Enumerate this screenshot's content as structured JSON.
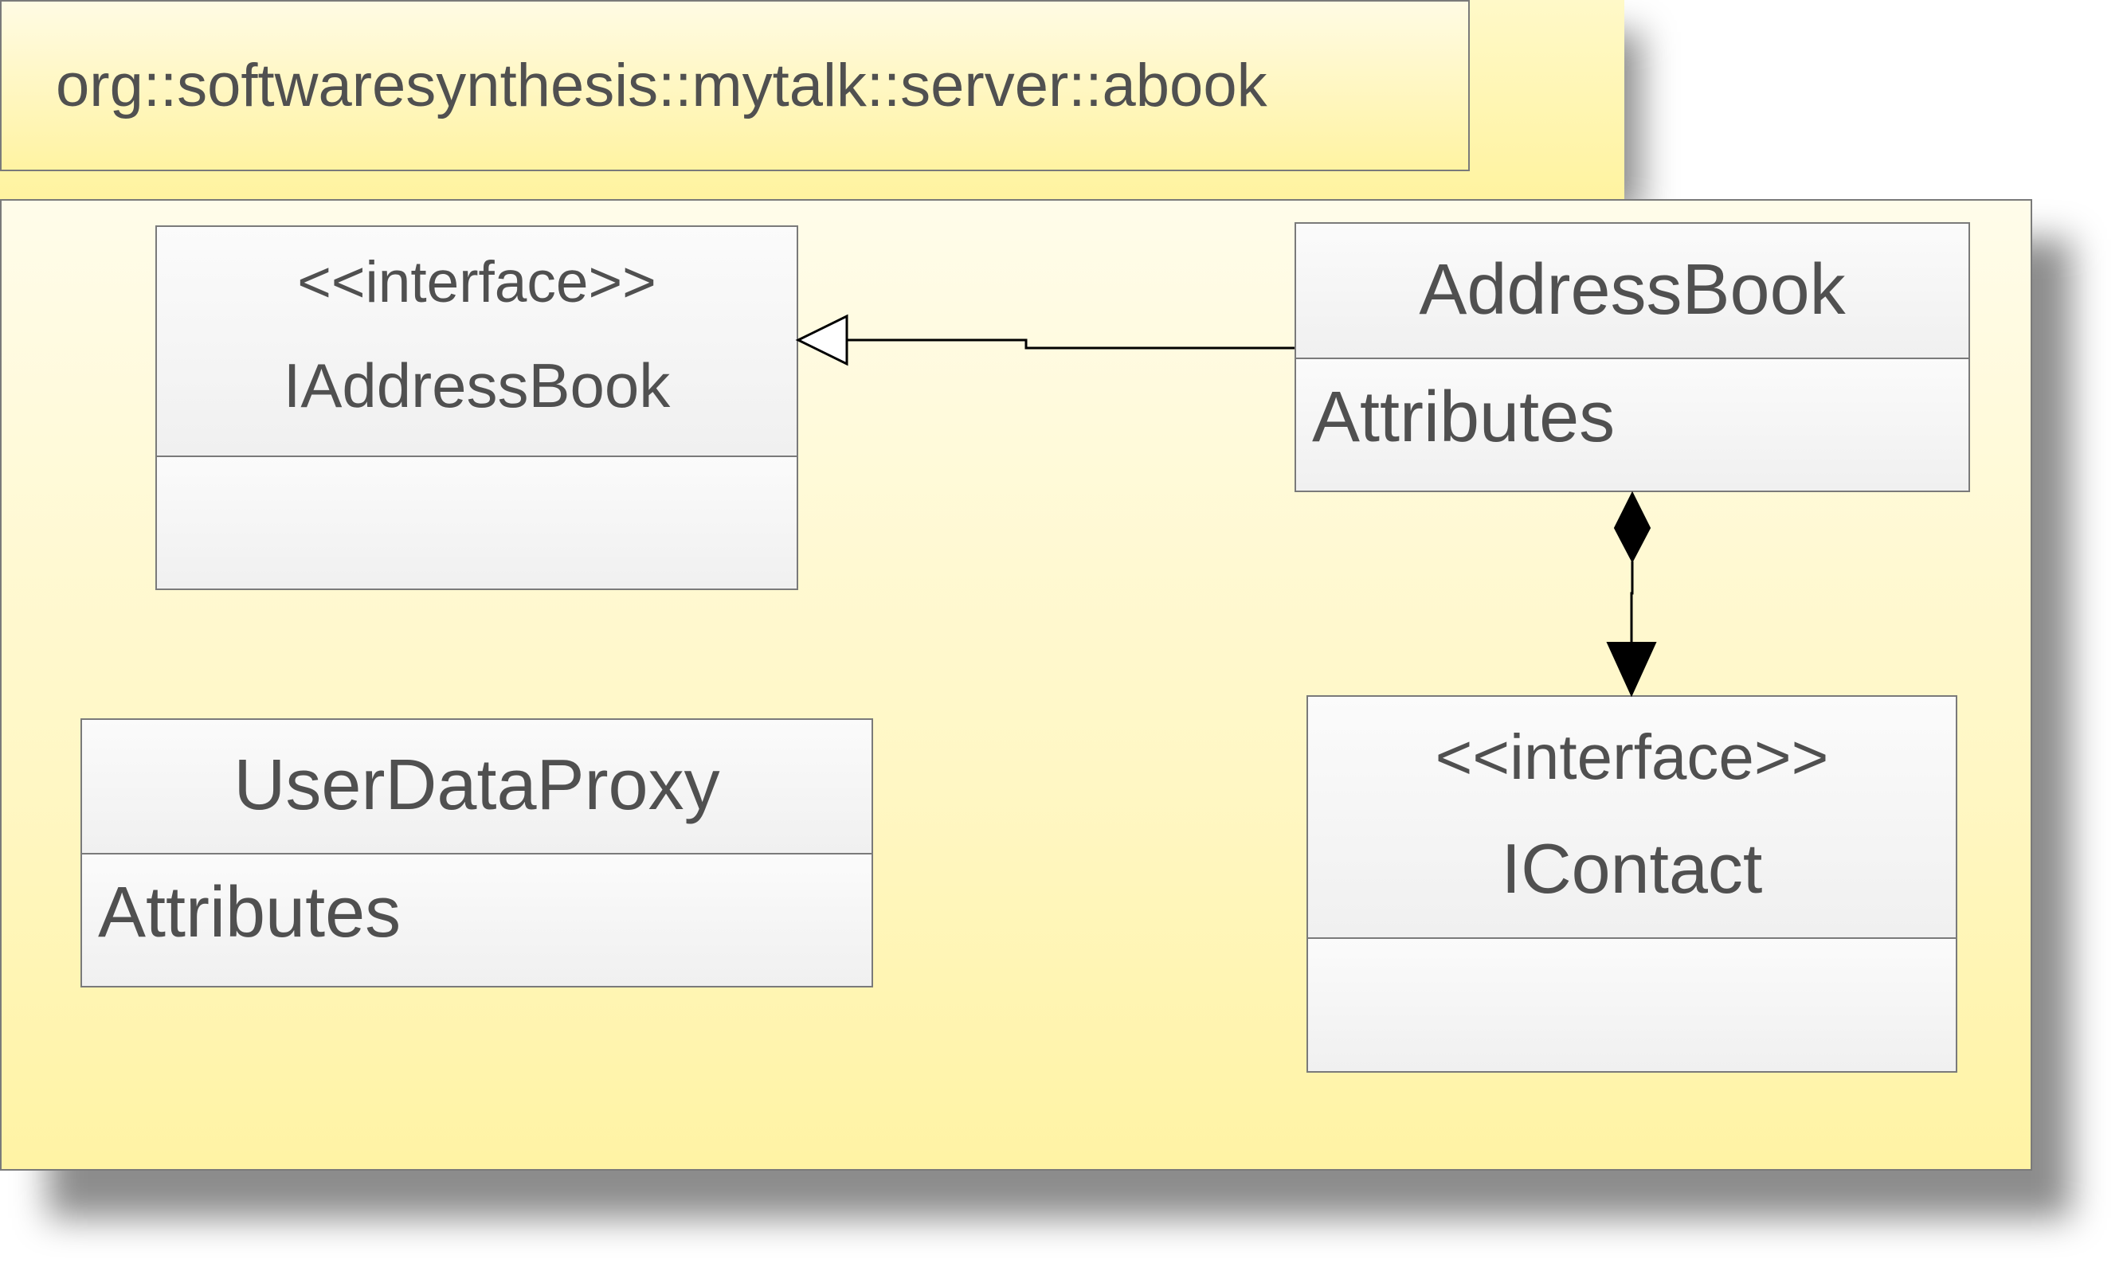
{
  "package": {
    "name": "org::softwaresynthesis::mytalk::server::abook"
  },
  "classes": {
    "iaddressbook": {
      "stereotype": "<<interface>>",
      "name": "IAddressBook"
    },
    "addressbook": {
      "name": "AddressBook",
      "compartment": "Attributes"
    },
    "userdataproxy": {
      "name": "UserDataProxy",
      "compartment": "Attributes"
    },
    "icontact": {
      "stereotype": "<<interface>>",
      "name": "IContact"
    }
  },
  "relations": [
    {
      "type": "realization",
      "from": "AddressBook",
      "to": "IAddressBook"
    },
    {
      "type": "composition",
      "from": "AddressBook",
      "to": "IContact"
    }
  ],
  "colors": {
    "package_fill": "#fff3a0",
    "class_fill": "#f3f3f3",
    "border": "#7a7a7a",
    "text": "#505050"
  }
}
